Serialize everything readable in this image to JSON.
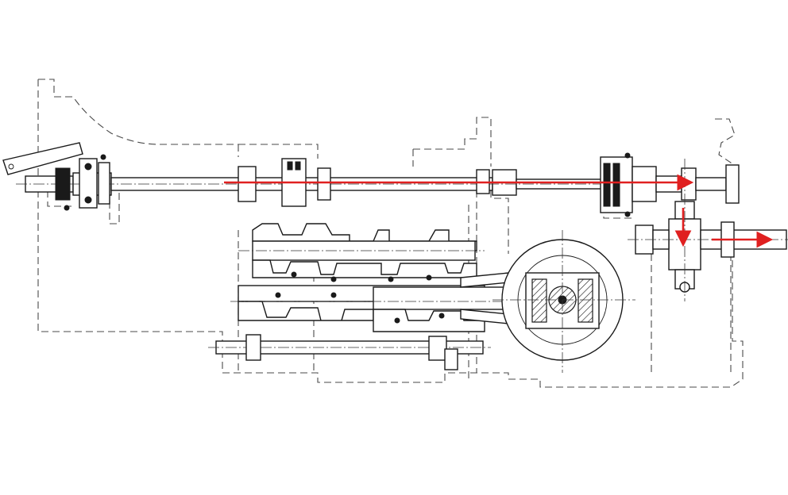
{
  "diagram": {
    "kind": "transmission cross-section",
    "line_color": "#1a1a1a",
    "housing_line_color": "#4a4a4a",
    "background": "#ffffff"
  },
  "power_flow": {
    "color": "#e02020",
    "segments": [
      {
        "id": "input-shaft",
        "direction": "right"
      },
      {
        "id": "transfer-drop",
        "direction": "down"
      },
      {
        "id": "output-shaft",
        "direction": "right"
      }
    ]
  }
}
